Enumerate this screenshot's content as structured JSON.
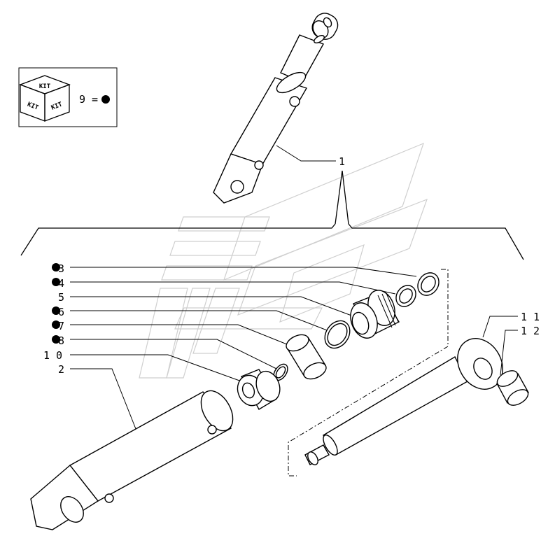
{
  "kit_box": {
    "kit_top": "KIT",
    "kit_left": "KIT",
    "kit_right": "KIT",
    "legend_text": "9 ="
  },
  "callouts": [
    {
      "id": "c1",
      "label": "1",
      "marker": false
    },
    {
      "id": "c3",
      "label": "3",
      "marker": true
    },
    {
      "id": "c4",
      "label": "4",
      "marker": true
    },
    {
      "id": "c5",
      "label": "5",
      "marker": false
    },
    {
      "id": "c6",
      "label": "6",
      "marker": true
    },
    {
      "id": "c7",
      "label": "7",
      "marker": true
    },
    {
      "id": "c8",
      "label": "8",
      "marker": true
    },
    {
      "id": "c10",
      "label": "1 0",
      "marker": false
    },
    {
      "id": "c2",
      "label": "2",
      "marker": false
    },
    {
      "id": "c11",
      "label": "1 1",
      "marker": false
    },
    {
      "id": "c12",
      "label": "1 2",
      "marker": false
    }
  ]
}
